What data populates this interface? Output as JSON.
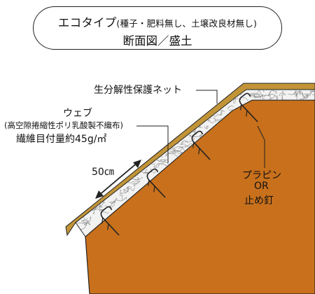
{
  "title": {
    "main": "エコタイプ",
    "sub": "(種子・肥料無し、土壌改良材無し)",
    "line2": "断面図／盛土"
  },
  "labels": {
    "net": "生分解性保護ネット",
    "web_title": "ウェブ",
    "web_material": "(高空隙捲縮性ポリ乳酸製不織布)",
    "web_weight": "繊維目付量約45g/㎡",
    "spacing": "50㎝",
    "pin_line1": "プラピン",
    "pin_line2": "OR",
    "pin_line3": "止め釘"
  },
  "colors": {
    "soil": "#c8701c",
    "net": "#c29438",
    "web": "#f2f2f2",
    "fiber": "#8a8a8a",
    "outline": "#222222"
  }
}
